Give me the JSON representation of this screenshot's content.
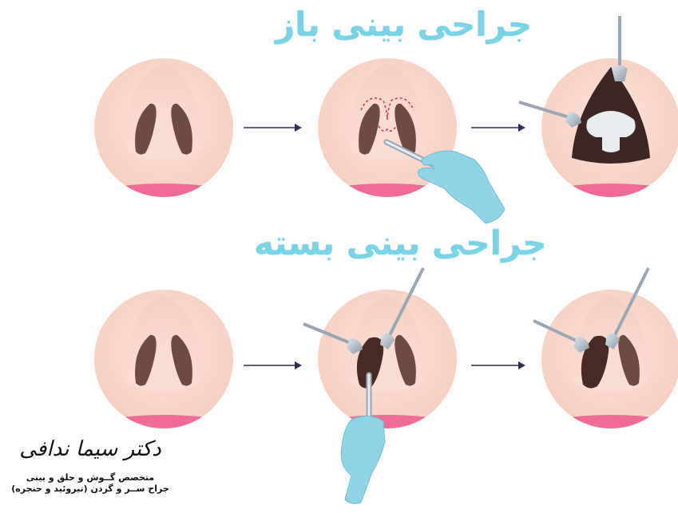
{
  "titles": {
    "open": "جراحی بینی باز",
    "closed": "جراحی بینی بسته"
  },
  "doctor": {
    "name": "دکتر سیما ندافی",
    "specialty": "متخصص گــوش و حلق و بینی",
    "surgery": "جراح ســر و گردن (تیروئید و حنجره)"
  },
  "colors": {
    "title": "#79d3e6",
    "skin": "#fbd9cf",
    "skin_shadow": "#e8bfb2",
    "nostril": "#6e4a44",
    "lip": "#f06a96",
    "glove": "#8fd4e6",
    "arrow": "#2f2f55",
    "instrument": "#b8c4d0",
    "cartilage": "#e9ecef",
    "incision": "#d9343b"
  },
  "icons": [
    "arrow-right-icon",
    "retractor-icon",
    "scalpel-icon",
    "glove-hand-icon"
  ]
}
